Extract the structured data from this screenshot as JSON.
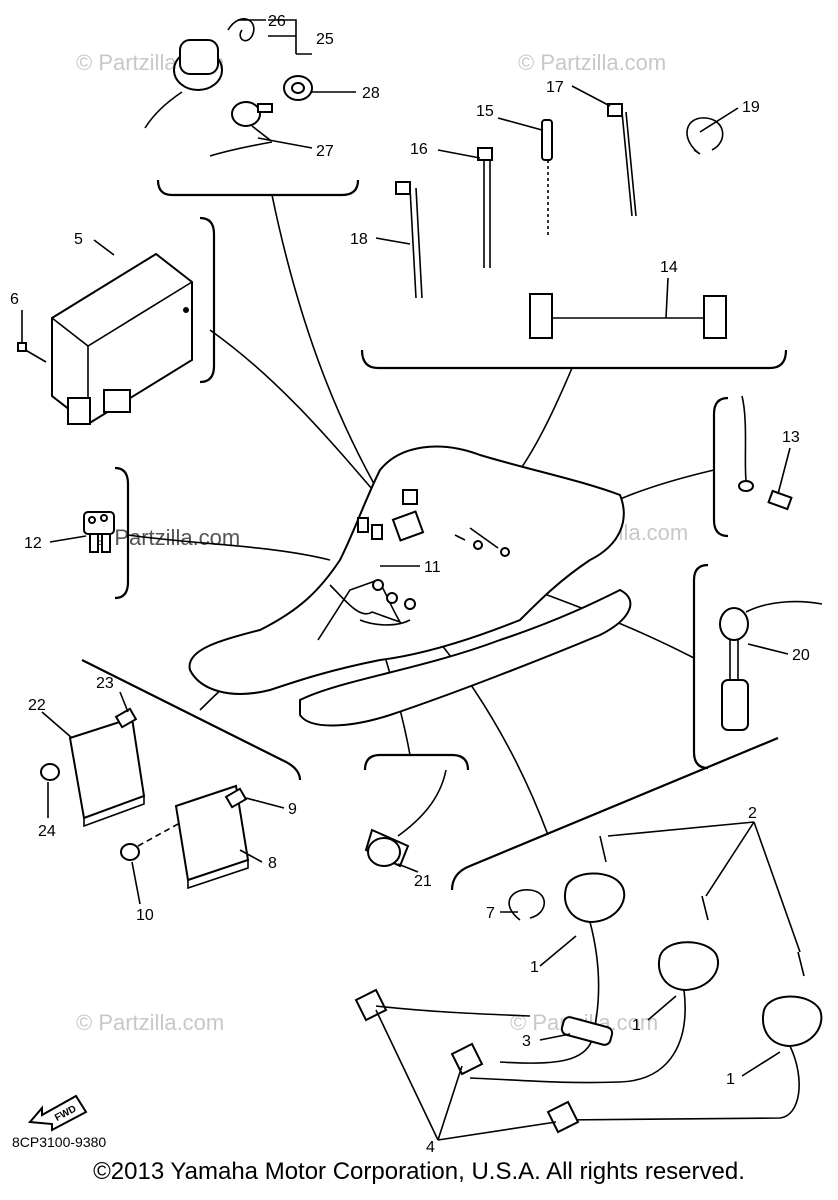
{
  "watermark": "© Partzilla.com",
  "callouts": [
    "1",
    "1",
    "1",
    "2",
    "3",
    "4",
    "5",
    "6",
    "7",
    "8",
    "9",
    "10",
    "11",
    "12",
    "13",
    "14",
    "15",
    "16",
    "17",
    "18",
    "19",
    "20",
    "21",
    "22",
    "23",
    "24",
    "25",
    "26",
    "27",
    "28"
  ],
  "fwd_label": "FWD",
  "part_code": "8CP3100-9380",
  "copyright": "©2013  Yamaha Motor Corporation, U.S.A. All rights reserved."
}
